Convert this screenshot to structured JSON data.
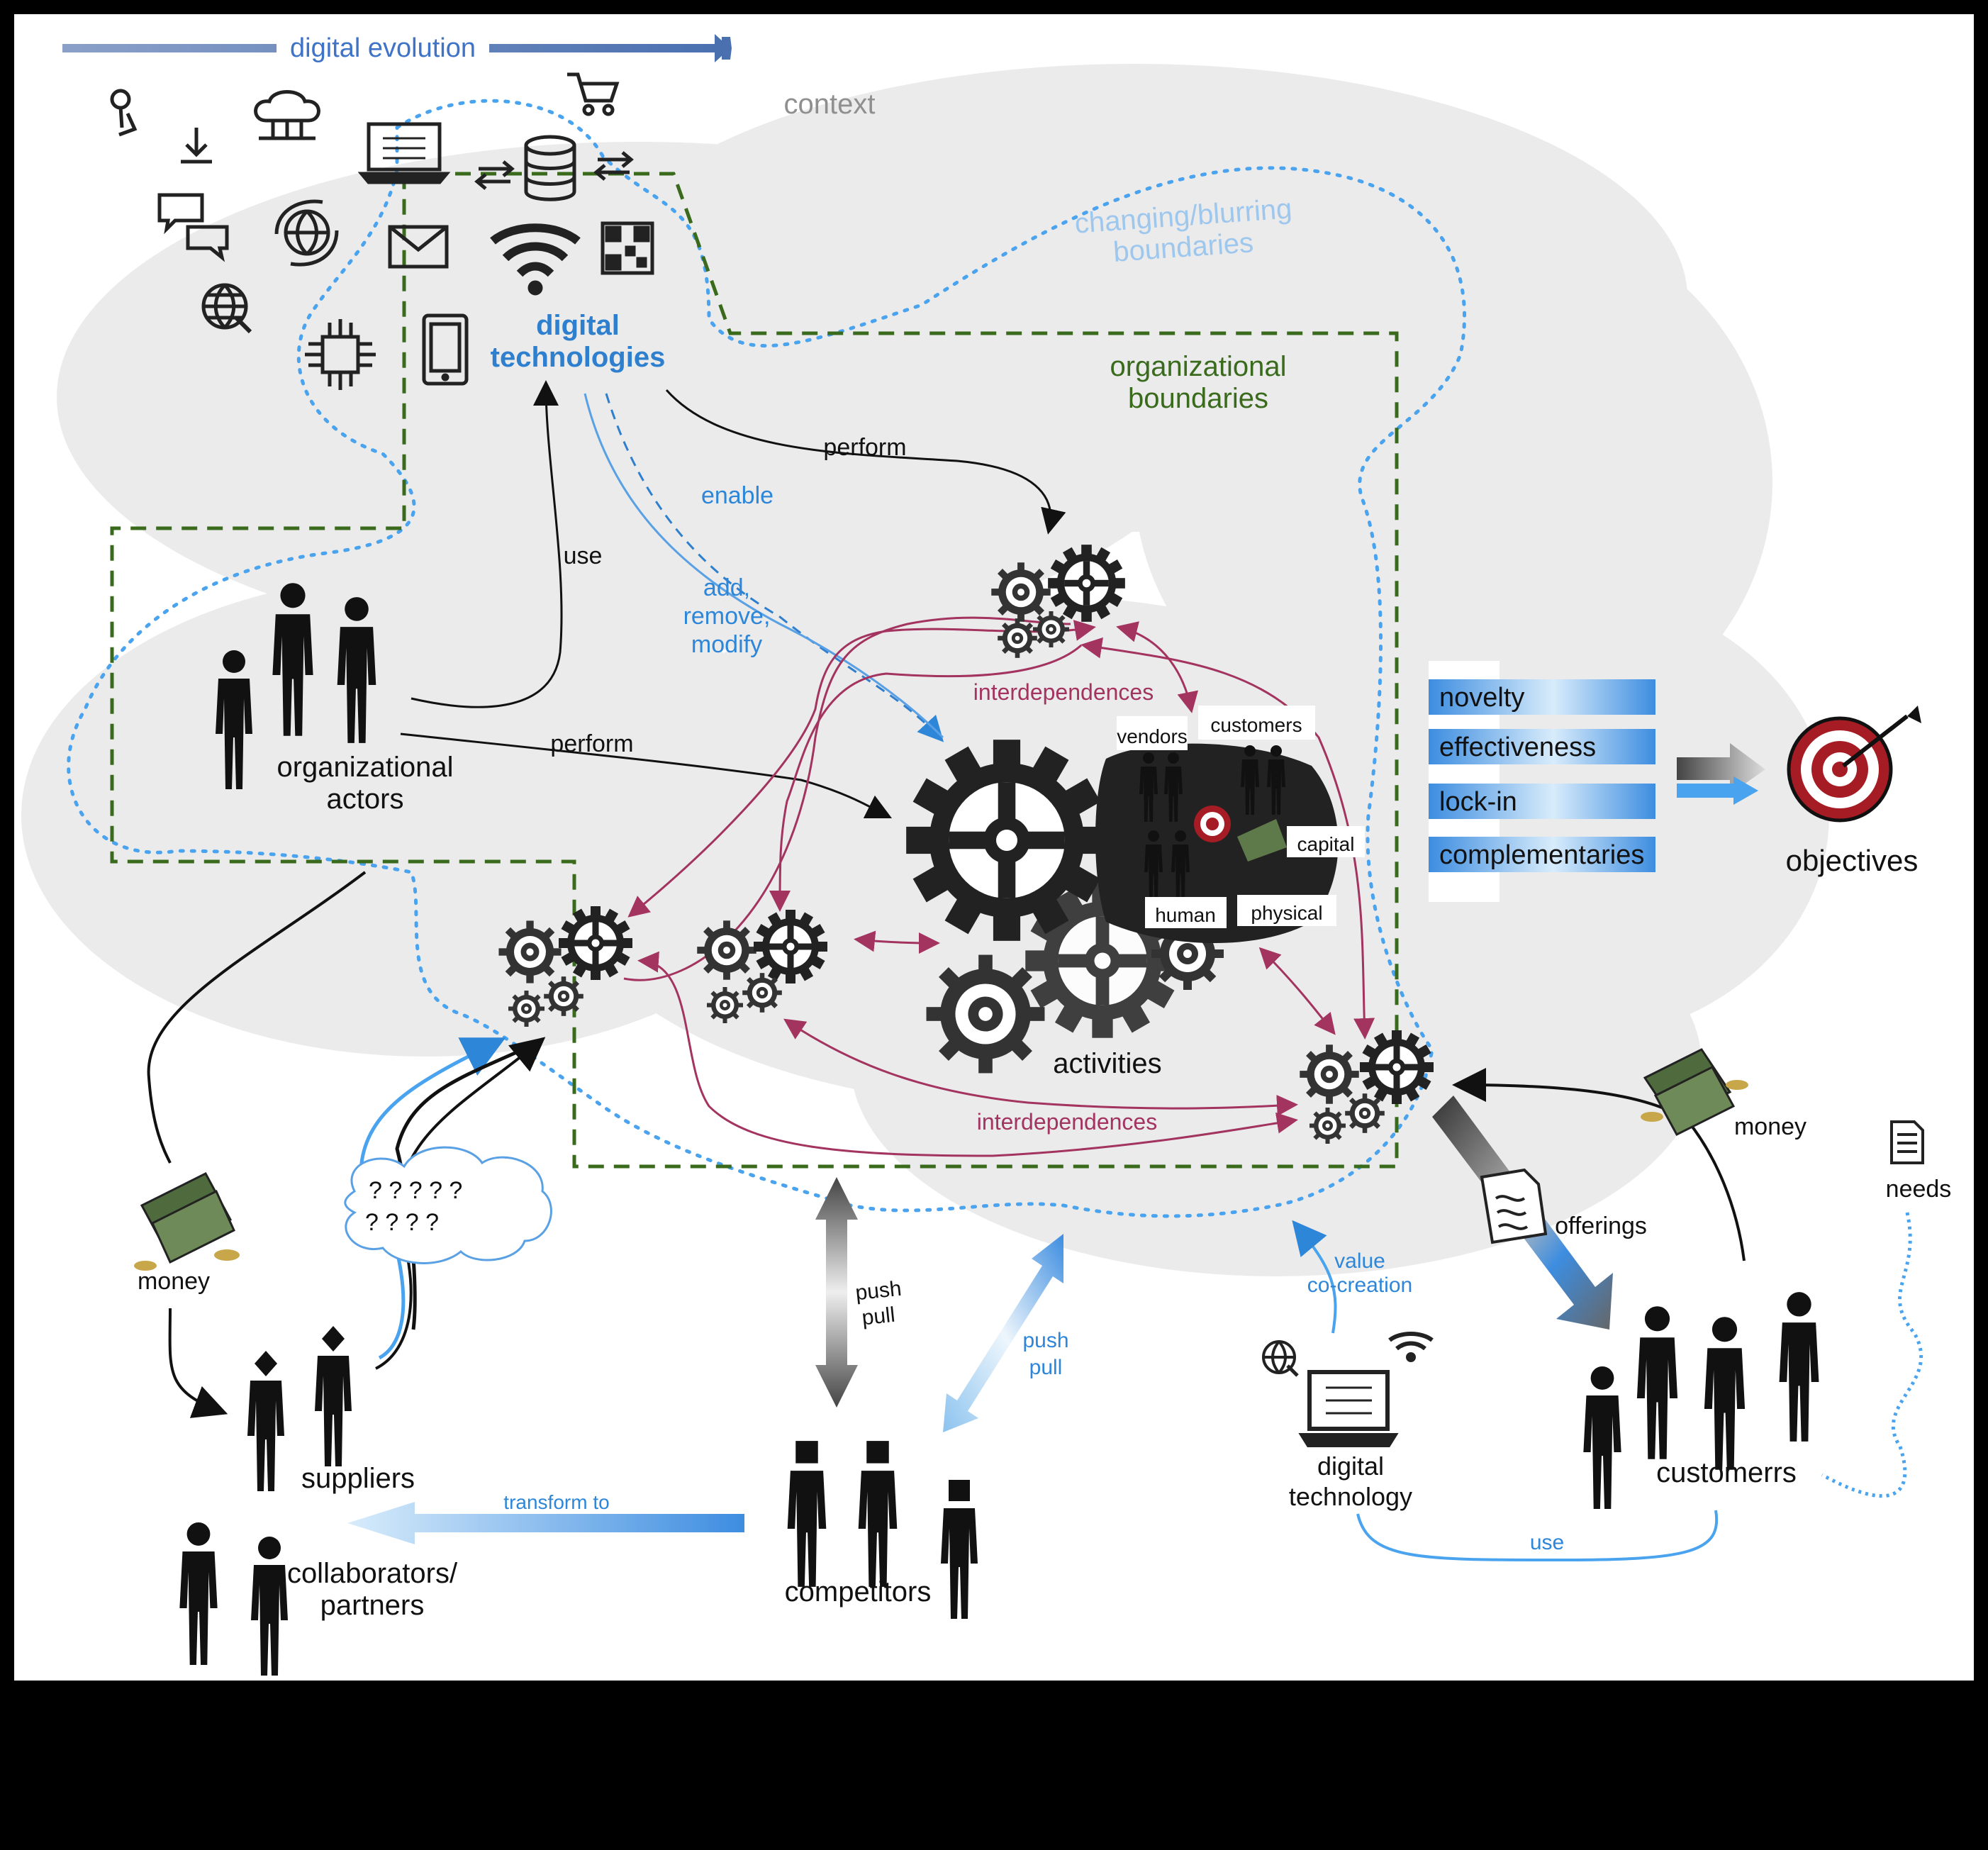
{
  "labels": {
    "digital_evolution": "digital evolution",
    "context": "context",
    "changing_1": "changing/blurring",
    "changing_2": "boundaries",
    "digital_tech_1": "digital",
    "digital_tech_2": "technologies",
    "org_boundaries_1": "organizational",
    "org_boundaries_2": "boundaries",
    "perform_top": "perform",
    "enable": "enable",
    "use_left": "use",
    "add": "add,",
    "remove": "remove,",
    "modify": "modify",
    "interdependences_top": "interdependences",
    "interdependences_bottom": "interdependences",
    "org_actors_1": "organizational",
    "org_actors_2": "actors",
    "perform_mid": "perform",
    "vendors": "vendors",
    "customers_small": "customers",
    "capital": "capital",
    "human": "human",
    "physical": "physical",
    "activities": "activities",
    "money_left": "money",
    "money_right": "money",
    "needs": "needs",
    "offerings": "offerings",
    "value": "value",
    "cocreation": "co-creation",
    "push_1": "push",
    "pull_1": "pull",
    "push_2": "push",
    "pull_2": "pull",
    "suppliers": "suppliers",
    "transform_to": "transform to",
    "collab_1": "collaborators/",
    "collab_2": "partners",
    "competitors": "competitors",
    "digital_technology_1": "digital",
    "digital_technology_2": "technology",
    "customerrs": "customerrs",
    "use_bottom": "use",
    "objectives": "objectives"
  },
  "objective_boxes": [
    "novelty",
    "effectiveness",
    "lock-in",
    "complementaries"
  ],
  "colors": {
    "background": "#000000",
    "panel": "#ffffff",
    "cloud": "#ececec",
    "blue": "#2e86d9",
    "light_blue": "#8cc3ef",
    "green_dashed": "#3a6b1d",
    "interdependence": "#a3335f",
    "gear": "#222222",
    "target_red": "#a51c24"
  }
}
